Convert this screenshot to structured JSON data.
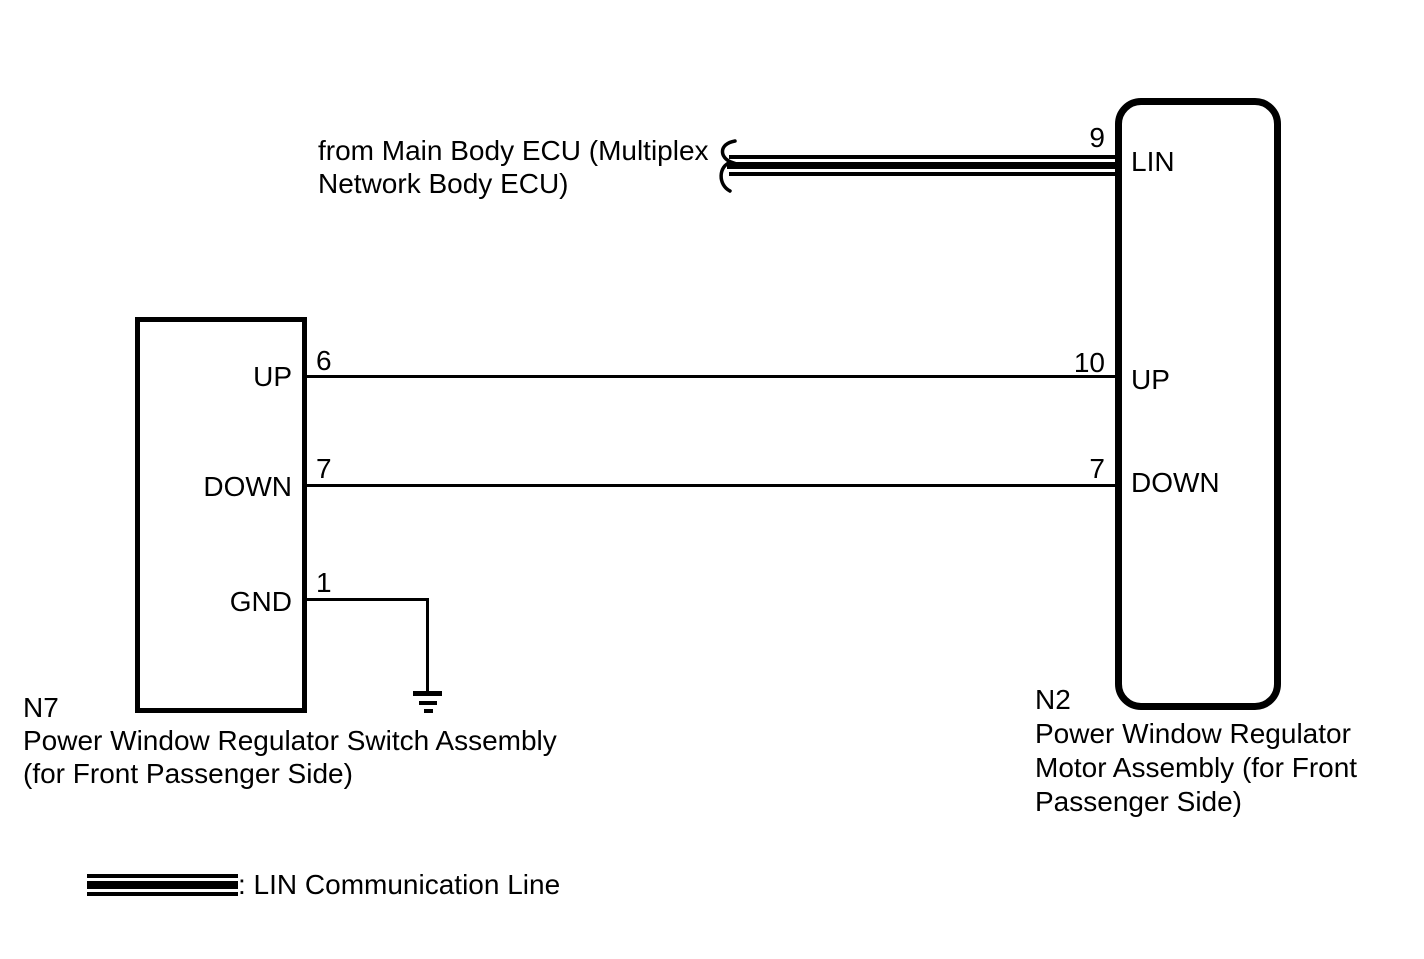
{
  "diagram": {
    "title_note": {
      "line1": "from Main Body ECU (Multiplex",
      "line2": "Network Body ECU)"
    },
    "boxes": {
      "switch": {
        "id": "N7",
        "name_line1": "Power Window Regulator Switch Assembly",
        "name_line2": "(for Front Passenger Side)",
        "pins": [
          {
            "number": "6",
            "label": "UP"
          },
          {
            "number": "7",
            "label": "DOWN"
          },
          {
            "number": "1",
            "label": "GND"
          }
        ]
      },
      "motor": {
        "id": "N2",
        "name_line1": "Power Window Regulator",
        "name_line2": "Motor Assembly (for Front",
        "name_line3": "Passenger Side)",
        "pins": [
          {
            "number": "9",
            "label": "LIN"
          },
          {
            "number": "10",
            "label": "UP"
          },
          {
            "number": "7",
            "label": "DOWN"
          }
        ]
      }
    },
    "wires": [
      {
        "from": "N7 pin 6 UP",
        "to": "N2 pin 10 UP",
        "type": "plain"
      },
      {
        "from": "N7 pin 7 DOWN",
        "to": "N2 pin 7 DOWN",
        "type": "plain"
      },
      {
        "from": "N7 pin 1 GND",
        "to": "earth-ground",
        "type": "plain"
      },
      {
        "from": "Main Body ECU",
        "to": "N2 pin 9 LIN",
        "type": "lin-communication"
      }
    ],
    "legend": {
      "label": ": LIN Communication Line",
      "swatch": "lin-triple-stripe"
    },
    "colors": {
      "ink": "#000000",
      "background": "#ffffff"
    }
  }
}
